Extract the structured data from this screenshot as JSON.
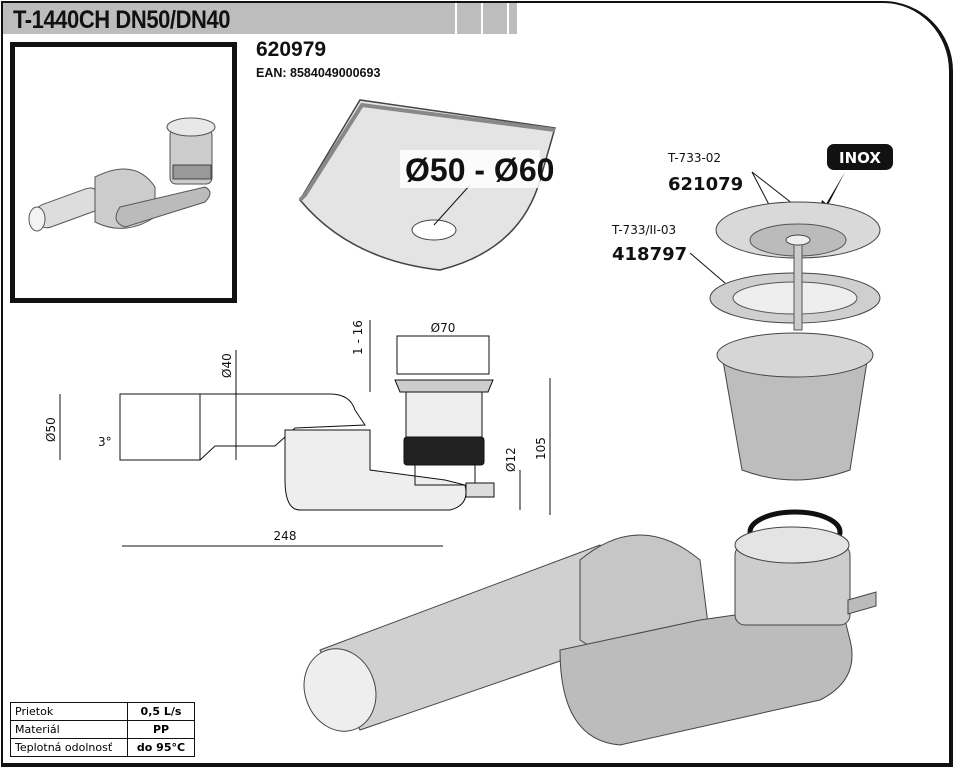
{
  "header": {
    "title": "T-1440CH DN50/DN40"
  },
  "product": {
    "code": "620979",
    "ean": "EAN: 8584049000693"
  },
  "sink_callout": {
    "diameter_range": "Ø50 - Ø60"
  },
  "parts": [
    {
      "name": "T-733-02",
      "code": "621079"
    },
    {
      "name": "T-733/II-03",
      "code": "418797"
    }
  ],
  "badge": {
    "label": "INOX"
  },
  "dimensions": {
    "d70": "Ø70",
    "range_1_16": "1 - 16",
    "d40": "Ø40",
    "d50": "Ø50",
    "angle": "3°",
    "d12": "Ø12",
    "height": "105",
    "length": "248"
  },
  "specs": [
    {
      "label": "Prietok",
      "value": "0,5 L/s"
    },
    {
      "label": "Materiál",
      "value": "PP"
    },
    {
      "label": "Teplotná odolnosť",
      "value": "do 95°C"
    }
  ]
}
